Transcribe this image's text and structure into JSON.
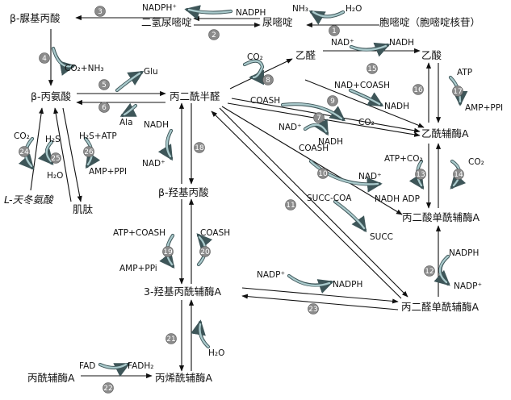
{
  "nodes": {
    "beta_ureidopropionate": "β-脲基丙酸",
    "dihydrouracil": "二氢尿嘧啶",
    "uracil": "尿嘧啶",
    "cytidine": "胞嘧啶（胞嘧啶核苷）",
    "beta_alanine": "β-丙氨酸",
    "malonate_semialdehyde": "丙二酰半醛",
    "acetaldehyde": "乙醛",
    "acetate": "乙酸",
    "acetyl_coa": "乙酰辅酶A",
    "malonyl_coa": "丙二酸单酰辅酶A",
    "malonyl_coa2": "丙二醛单酰辅酶A",
    "hydroxypropionate": "β-羟基丙酸",
    "hydroxypropionyl_coa": "3-羟基丙酰辅酶A",
    "propionyl_coa": "丙酰辅酶A",
    "acryloyl_coa": "丙烯酰辅酶A",
    "aspartate": "L-天冬氨酸",
    "carnosine": "肌肽"
  },
  "cofactors": {
    "c3": "NADPH",
    "c3b": "NADPH⁺",
    "c1a": "NH₃",
    "c1b": "H₂O",
    "c4": "CO₂+NH₃",
    "c5": "Glu",
    "c6": "Ala",
    "c8": "CO₂",
    "c15a": "NAD⁺",
    "c15b": "NADH",
    "c16a": "NAD+COASH",
    "c16b": "NADH",
    "c17a": "ATP",
    "c17b": "AMP+PPI",
    "c9": "COASH",
    "c7a": "NAD⁺",
    "c7b": "NADH",
    "c7co2": "CO₂",
    "c13a": "ATP+CO₂",
    "c14": "CO₂",
    "c10a": "COASH",
    "c10b": "NAD⁺",
    "c10c": "NADH ADP",
    "c11a": "SUCC-COA",
    "c11b": "SUCC",
    "c12a": "NADPH",
    "c12b": "NADP⁺",
    "c18a": "NADH",
    "c18b": "NAD⁺",
    "c24": "CO₂",
    "c25a": "H₂S",
    "c25b": "H₂O",
    "c26": "H₂S+ATP",
    "c26b": "AMP+PPI",
    "c19a": "ATP+COASH",
    "c19b": "AMP+PPi",
    "c20": "COASH",
    "c23a": "NADP⁺",
    "c23b": "NADPH",
    "c21": "H₂O",
    "c22a": "FAD",
    "c22b": "FADH₂"
  },
  "step_numbers": [
    "1",
    "2",
    "3",
    "4",
    "5",
    "6",
    "7",
    "8",
    "9",
    "10",
    "11",
    "12",
    "13",
    "14",
    "15",
    "16",
    "17",
    "18",
    "19",
    "20",
    "21",
    "22",
    "23",
    "24",
    "25",
    "26"
  ],
  "colors": {
    "curved_arrow": "#4a5f63",
    "curved_fill": "#a9c9cb",
    "step_circle": "#8b8b8b"
  }
}
